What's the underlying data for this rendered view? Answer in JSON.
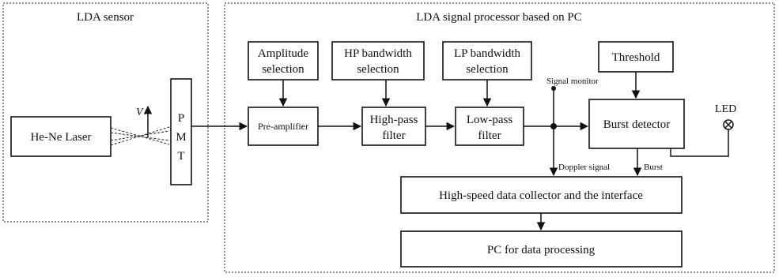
{
  "sensor": {
    "title": "LDA sensor",
    "laser_label": "He-Ne Laser",
    "velocity_label": "V",
    "pmt_letters": [
      "P",
      "M",
      "T"
    ]
  },
  "processor": {
    "title": "LDA signal processor based on PC",
    "amplitude_line1": "Amplitude",
    "amplitude_line2": "selection",
    "hp_bw_line1": "HP bandwidth",
    "hp_bw_line2": "selection",
    "lp_bw_line1": "LP bandwidth",
    "lp_bw_line2": "selection",
    "threshold_label": "Threshold",
    "preamp_label": "Pre-amplifier",
    "highpass_line1": "High-pass",
    "highpass_line2": "filter",
    "lowpass_line1": "Low-pass",
    "lowpass_line2": "filter",
    "burst_detector_label": "Burst detector",
    "signal_monitor_label": "Signal monitor",
    "led_label": "LED",
    "doppler_signal_label": "Doppler signal",
    "burst_label": "Burst",
    "collector_label": "High-speed data collector and the interface",
    "pc_label": "PC for data processing"
  }
}
